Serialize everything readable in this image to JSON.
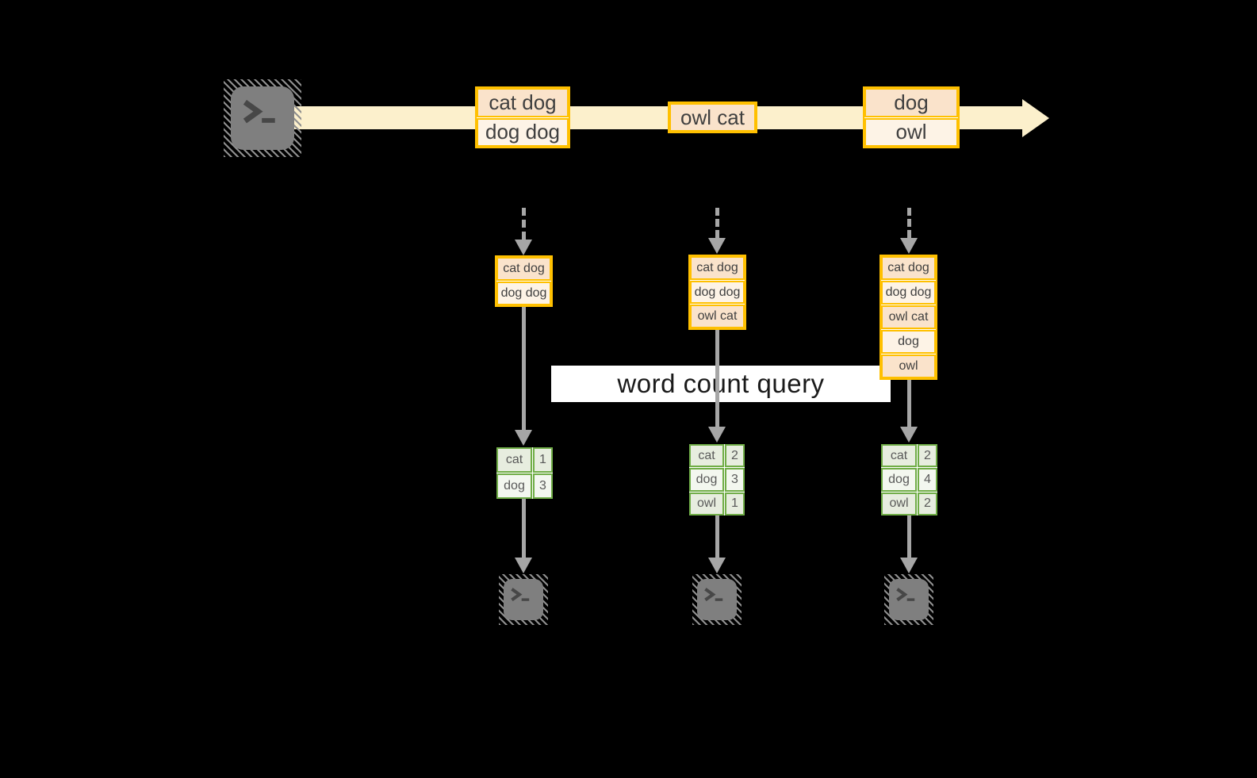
{
  "query": {
    "label": "word count query"
  },
  "stream": {
    "source_icon": "terminal-icon",
    "messages": [
      {
        "lines": [
          "cat dog",
          "dog dog"
        ]
      },
      {
        "lines": [
          "owl cat"
        ]
      },
      {
        "lines": [
          "dog",
          "owl"
        ]
      }
    ]
  },
  "pipelines": [
    {
      "sink_icon": "terminal-icon",
      "buffer": [
        "cat dog",
        "dog dog"
      ],
      "counts": [
        {
          "word": "cat",
          "count": "1"
        },
        {
          "word": "dog",
          "count": "3"
        }
      ]
    },
    {
      "sink_icon": "terminal-icon",
      "buffer": [
        "cat dog",
        "dog dog",
        "owl cat"
      ],
      "counts": [
        {
          "word": "cat",
          "count": "2"
        },
        {
          "word": "dog",
          "count": "3"
        },
        {
          "word": "owl",
          "count": "1"
        }
      ]
    },
    {
      "sink_icon": "terminal-icon",
      "buffer": [
        "cat dog",
        "dog dog",
        "owl cat",
        "dog",
        "owl"
      ],
      "counts": [
        {
          "word": "cat",
          "count": "2"
        },
        {
          "word": "dog",
          "count": "4"
        },
        {
          "word": "owl",
          "count": "2"
        }
      ]
    }
  ],
  "colors": {
    "background": "#000000",
    "gold_border": "#FFC000",
    "stream_fill": "#FCF0CC",
    "peach_dark": "#FAE3CB",
    "peach_light": "#FDF3E6",
    "green_border": "#70AD47",
    "green_dark": "#E7EDDF",
    "green_light": "#F3F7EF",
    "arrow_gray": "#A6A6A6",
    "terminal_gray": "#7F7F7F",
    "banner_bg": "#FFFFFF"
  }
}
